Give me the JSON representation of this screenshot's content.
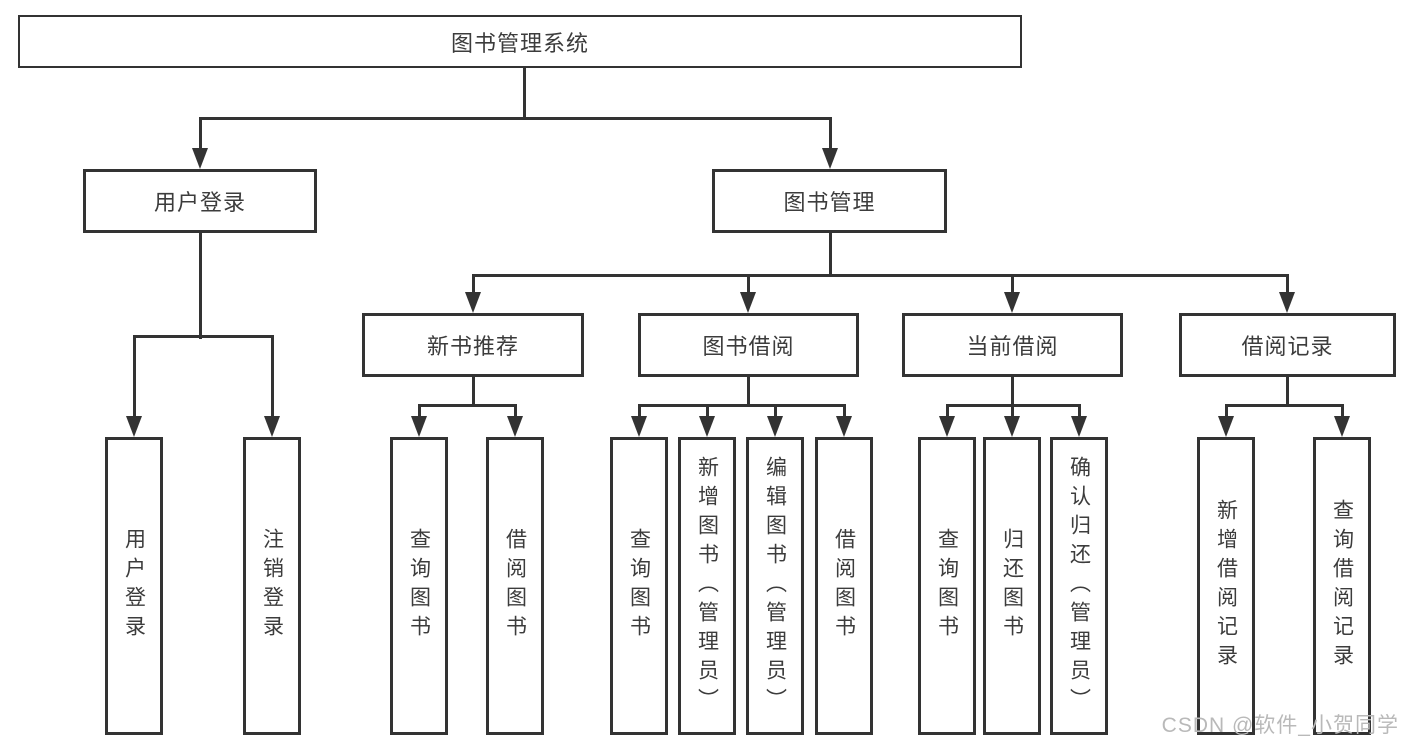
{
  "diagram": {
    "root": {
      "label": "图书管理系统"
    },
    "branches": [
      {
        "label": "用户登录",
        "children": [
          {
            "label": "用户登录"
          },
          {
            "label": "注销登录"
          }
        ]
      },
      {
        "label": "图书管理",
        "children": [
          {
            "label": "新书推荐",
            "children": [
              {
                "label": "查询图书"
              },
              {
                "label": "借阅图书"
              }
            ]
          },
          {
            "label": "图书借阅",
            "children": [
              {
                "label": "查询图书"
              },
              {
                "label": "新增图书（管理员）"
              },
              {
                "label": "编辑图书（管理员）"
              },
              {
                "label": "借阅图书"
              }
            ]
          },
          {
            "label": "当前借阅",
            "children": [
              {
                "label": "查询图书"
              },
              {
                "label": "归还图书"
              },
              {
                "label": "确认归还（管理员）"
              }
            ]
          },
          {
            "label": "借阅记录",
            "children": [
              {
                "label": "新增借阅记录"
              },
              {
                "label": "查询借阅记录"
              }
            ]
          }
        ]
      }
    ]
  },
  "watermark": {
    "text": "CSDN @软件_小贺同学",
    "color": "#b9b9b9"
  },
  "colors": {
    "line": "#333333",
    "text": "#3c3c3c",
    "box_background": "#ffffff",
    "page_background": "#ffffff"
  }
}
